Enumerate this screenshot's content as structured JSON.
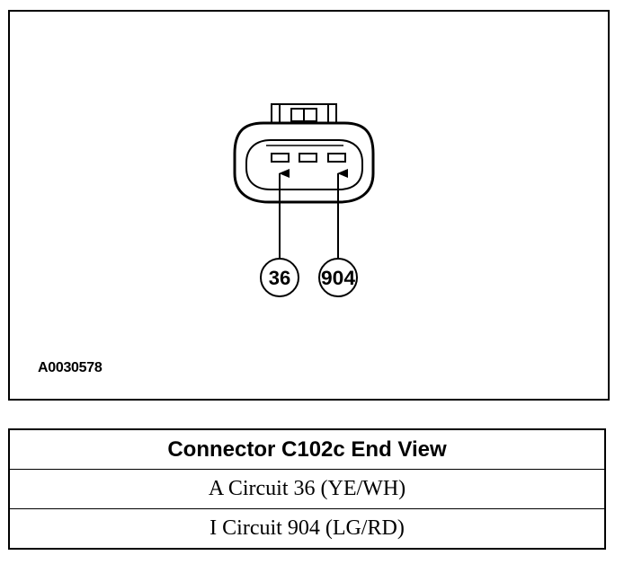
{
  "diagram": {
    "figure_id": "A0030578",
    "callouts": [
      {
        "label": "36"
      },
      {
        "label": "904"
      }
    ]
  },
  "table": {
    "header": "Connector C102c End View",
    "rows": [
      {
        "text": "A Circuit 36 (YE/WH)"
      },
      {
        "text": "I Circuit 904 (LG/RD)"
      }
    ]
  },
  "colors": {
    "line": "#000000",
    "background": "#ffffff"
  }
}
